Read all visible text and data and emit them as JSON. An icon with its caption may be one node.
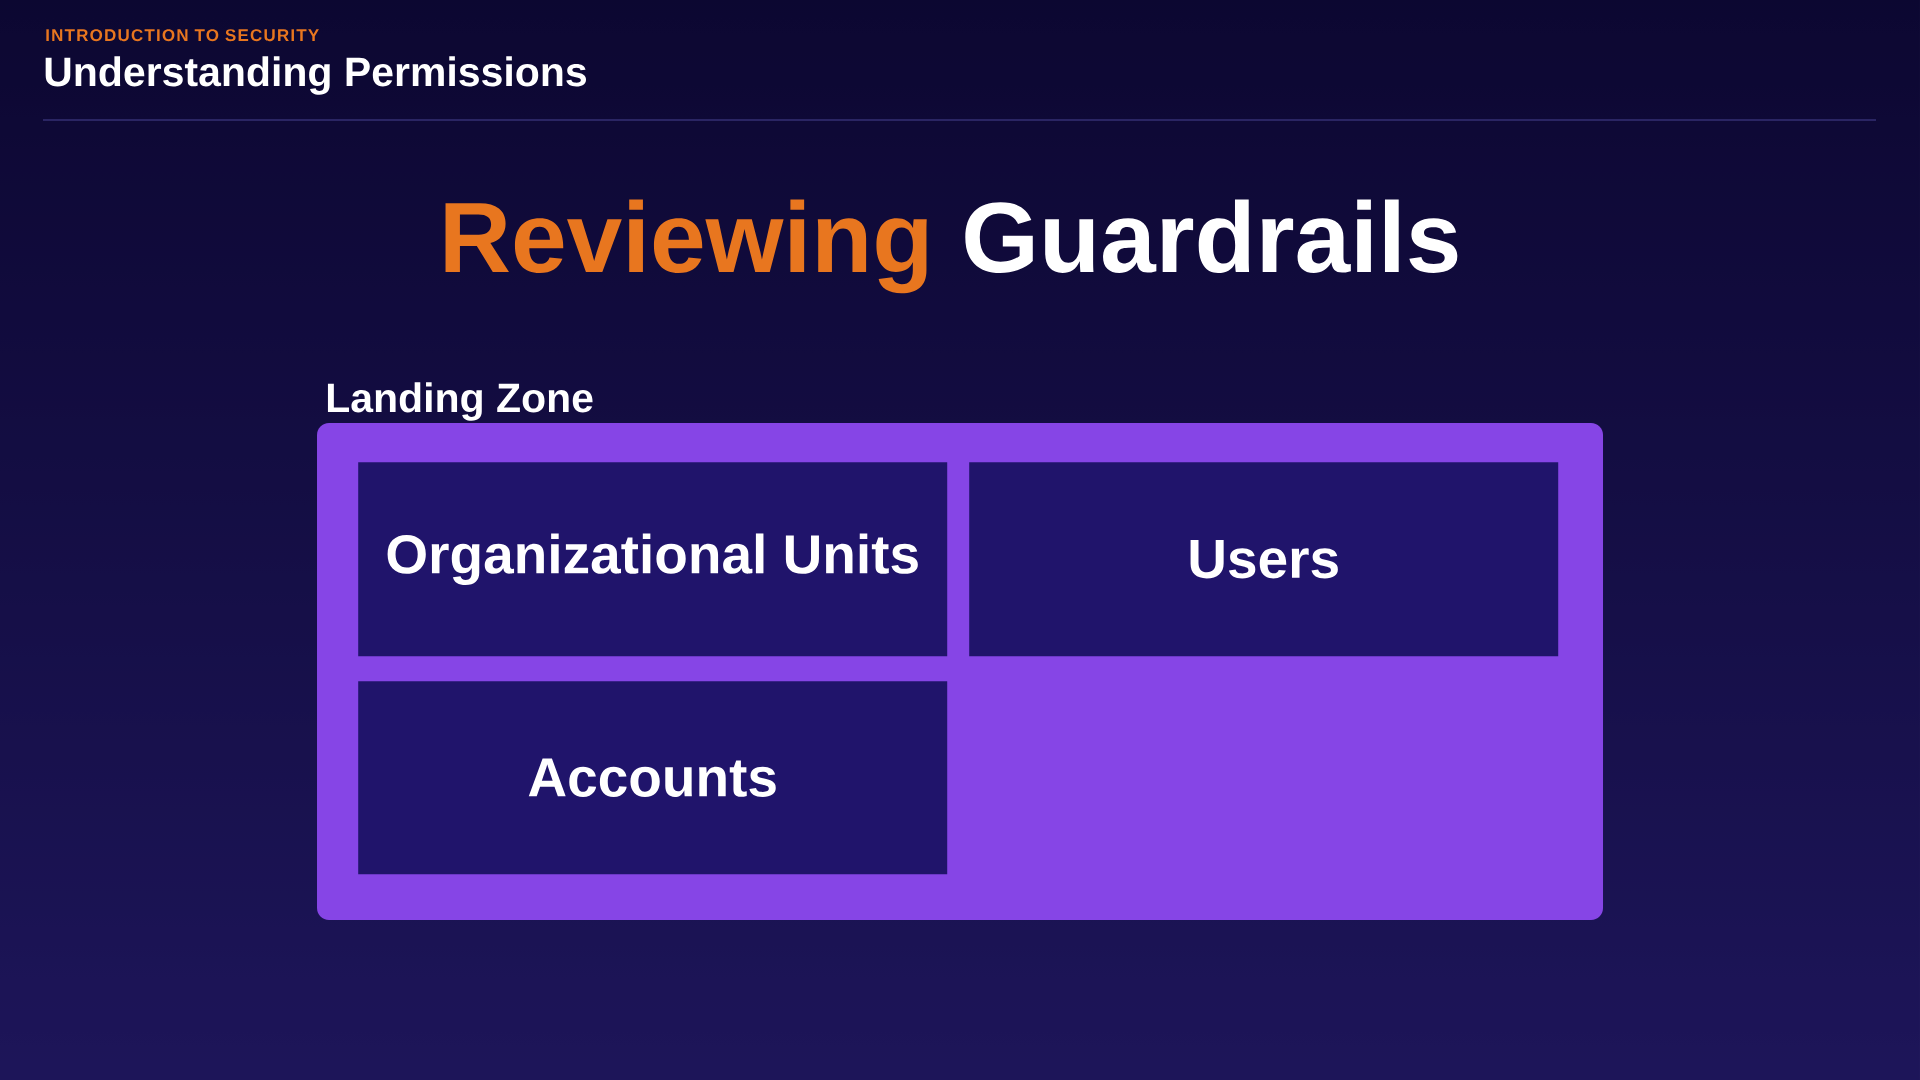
{
  "diagram": {
    "title": "Reviewing Guardrails",
    "nodes": [
      {
        "text": [
          "Landing Zone"
        ]
      },
      {
        "text": [
          "Organizational Units"
        ],
        "in": 0
      },
      {
        "text": [
          "Users"
        ],
        "in": 0
      },
      {
        "text": [
          "Accounts"
        ],
        "in": 0
      }
    ],
    "labels": [
      "INTRODUCTION TO SECURITY",
      "Understanding Permissions"
    ]
  }
}
